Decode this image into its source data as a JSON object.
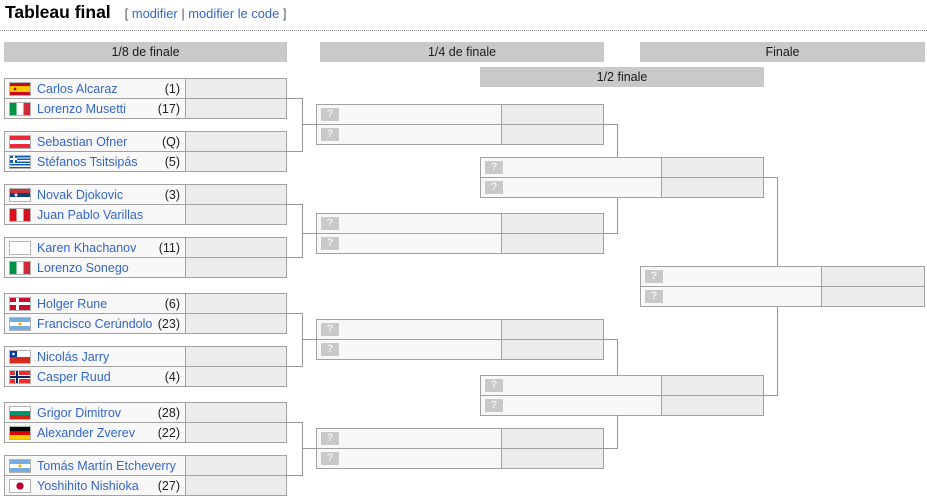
{
  "heading": {
    "title": "Tableau final",
    "bracket_open": "[",
    "edit": "modifier",
    "pipe": "|",
    "edit_code": "modifier le code",
    "bracket_close": "]"
  },
  "round_headers": {
    "round_of_16": "1/8 de finale",
    "quarterfinal": "1/4 de finale",
    "semifinal": "1/2 finale",
    "final": "Finale"
  },
  "labels": {
    "placeholder": "?"
  },
  "colors": {
    "link_blue": "#3366cc",
    "header_bg": "#c9c9c9",
    "cell_bg": "#f8f8f8",
    "score_cell_bg": "#ececec",
    "box_border": "#a2a2a2",
    "connector": "#979797",
    "placeholder_bg": "#c9c9c9"
  },
  "rounds": {
    "r16": [
      {
        "p1": {
          "flag": "esp",
          "name": "Carlos Alcaraz",
          "seed": "(1)"
        },
        "p2": {
          "flag": "ita",
          "name": "Lorenzo Musetti",
          "seed": "(17)"
        }
      },
      {
        "p1": {
          "flag": "aut",
          "name": "Sebastian Ofner",
          "seed": "(Q)"
        },
        "p2": {
          "flag": "gre",
          "name": "Stéfanos Tsitsipás",
          "seed": "(5)"
        }
      },
      {
        "p1": {
          "flag": "srb",
          "name": "Novak Djokovic",
          "seed": "(3)"
        },
        "p2": {
          "flag": "per",
          "name": "Juan Pablo Varillas",
          "seed": ""
        }
      },
      {
        "p1": {
          "flag": "neutral",
          "name": "Karen Khachanov",
          "seed": "(11)"
        },
        "p2": {
          "flag": "ita",
          "name": "Lorenzo Sonego",
          "seed": ""
        }
      },
      {
        "p1": {
          "flag": "den",
          "name": "Holger Rune",
          "seed": "(6)"
        },
        "p2": {
          "flag": "arg",
          "name": "Francisco Cerúndolo",
          "seed": "(23)"
        }
      },
      {
        "p1": {
          "flag": "chi",
          "name": "Nicolás Jarry",
          "seed": ""
        },
        "p2": {
          "flag": "nor",
          "name": "Casper Ruud",
          "seed": "(4)"
        }
      },
      {
        "p1": {
          "flag": "bul",
          "name": "Grigor Dimitrov",
          "seed": "(28)"
        },
        "p2": {
          "flag": "ger",
          "name": "Alexander Zverev",
          "seed": "(22)"
        }
      },
      {
        "p1": {
          "flag": "arg",
          "name": "Tomás Martín Etcheverry",
          "seed": ""
        },
        "p2": {
          "flag": "jpn",
          "name": "Yoshihito Nishioka",
          "seed": "(27)"
        }
      }
    ]
  }
}
